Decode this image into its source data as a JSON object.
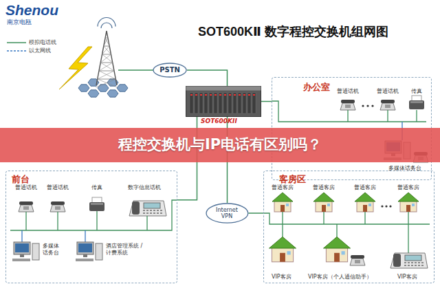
{
  "diagram": {
    "title": "SOT600KⅡ 数字程控交换机组网图",
    "nodes": [
      {
        "text": [
          "PSTN"
        ]
      },
      {
        "text": [
          "SOT600KII"
        ]
      },
      {
        "text": [
          "办公室"
        ]
      },
      {
        "text": [
          "前台"
        ]
      },
      {
        "text": [
          "Internet VPN"
        ]
      },
      {
        "text": [
          "客房区"
        ]
      }
    ],
    "edges": [
      {
        "from": 0,
        "to": 1,
        "arrow": "none"
      },
      {
        "from": 1,
        "to": 2,
        "arrow": "none"
      },
      {
        "from": 1,
        "to": 3,
        "arrow": "none"
      },
      {
        "from": 1,
        "to": 4,
        "arrow": "none"
      },
      {
        "from": 4,
        "to": 5,
        "arrow": "none"
      }
    ],
    "labels": [
      "Shenou",
      "南京电瓯",
      "程控交换机与IP电话有区别吗？",
      "普通话机",
      "普通话机",
      "传真",
      "多媒体话务台",
      "普通话机",
      "普通话机",
      "传真",
      "数字信息话机",
      "多媒体 话务台",
      "酒店管理系统 /计费系统",
      "普通客房",
      "普通客房",
      "普通客房",
      "普通客房",
      "VIP客房",
      "VIP客房（个人通信助手）",
      "VIP客房"
    ],
    "legend": [
      {
        "text": "模拟电话线"
      },
      {
        "text": "以太网线"
      }
    ]
  }
}
